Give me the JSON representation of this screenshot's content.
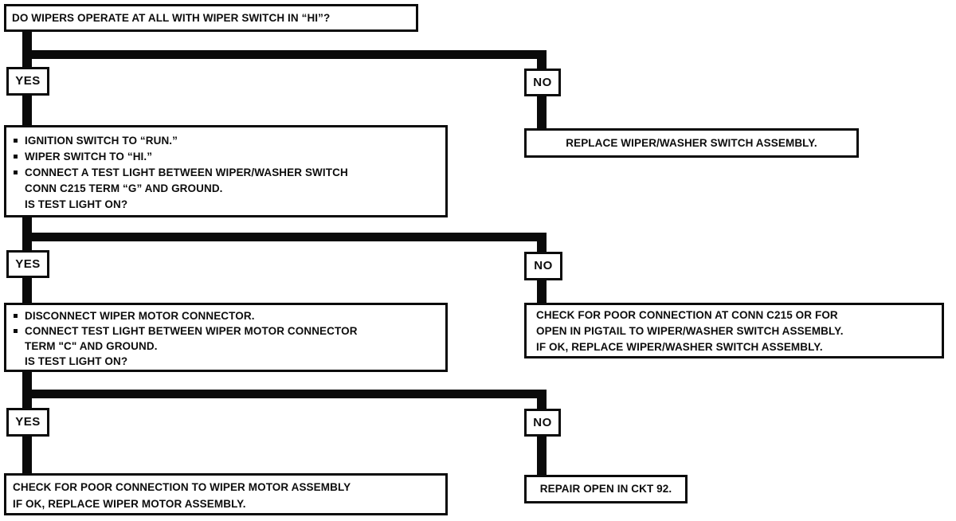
{
  "palette": {
    "ink": "#0b0b0b",
    "paper": "#ffffff"
  },
  "flow": {
    "yes_label": "YES",
    "no_label": "NO",
    "question1": "DO WIPERS OPERATE AT ALL WITH WIPER SWITCH IN “HI”?",
    "action_no1": "REPLACE WIPER/WASHER SWITCH ASSEMBLY.",
    "step1": {
      "bullet1": "IGNITION SWITCH TO “RUN.”",
      "bullet2": "WIPER SWITCH TO “HI.”",
      "bullet3": "CONNECT A TEST LIGHT BETWEEN WIPER/WASHER SWITCH",
      "bullet3_cont": "CONN C215 TERM “G” AND GROUND.",
      "question": "IS TEST LIGHT ON?"
    },
    "action_no2_line1": "CHECK FOR POOR CONNECTION AT CONN C215 OR FOR",
    "action_no2_line2": "OPEN IN PIGTAIL TO WIPER/WASHER SWITCH ASSEMBLY.",
    "action_no2_line3": "IF OK, REPLACE WIPER/WASHER SWITCH ASSEMBLY.",
    "step2": {
      "bullet1": "DISCONNECT WIPER MOTOR CONNECTOR.",
      "bullet2": "CONNECT TEST LIGHT BETWEEN WIPER MOTOR CONNECTOR",
      "bullet2_cont": "TERM \"C\" AND GROUND.",
      "question": "IS TEST LIGHT ON?"
    },
    "action_no3": "REPAIR OPEN IN CKT 92.",
    "action_yes3_line1": "CHECK FOR POOR CONNECTION TO WIPER MOTOR ASSEMBLY",
    "action_yes3_line2": "IF OK, REPLACE WIPER MOTOR ASSEMBLY."
  }
}
